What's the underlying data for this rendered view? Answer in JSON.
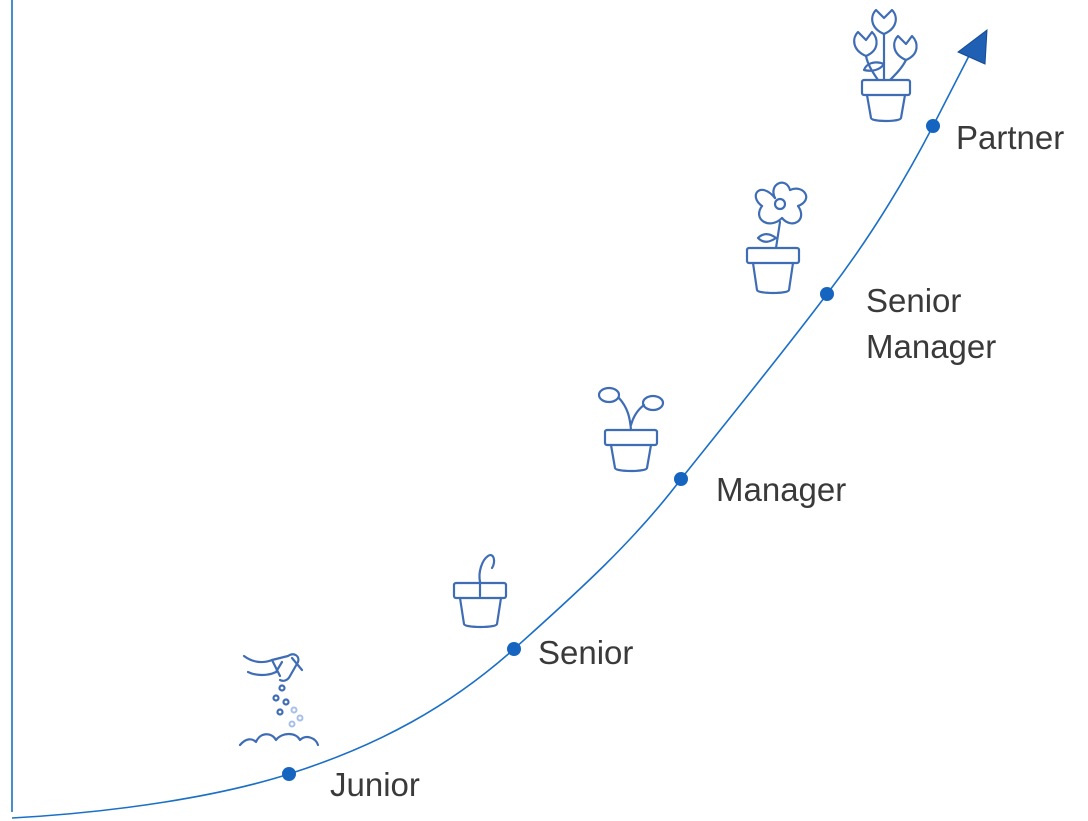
{
  "colors": {
    "line": "#1a6fc6",
    "dot": "#1565c0",
    "icon": "#3f6db5",
    "label": "#3a3a3a"
  },
  "milestones": [
    {
      "label": "Junior",
      "icon": "seed-sowing-icon"
    },
    {
      "label": "Senior",
      "icon": "sprout-in-pot-icon"
    },
    {
      "label": "Manager",
      "icon": "seedling-in-pot-icon"
    },
    {
      "label": "Senior\nManager",
      "icon": "flower-in-pot-icon"
    },
    {
      "label": "Partner",
      "icon": "tulips-in-pot-icon"
    }
  ]
}
